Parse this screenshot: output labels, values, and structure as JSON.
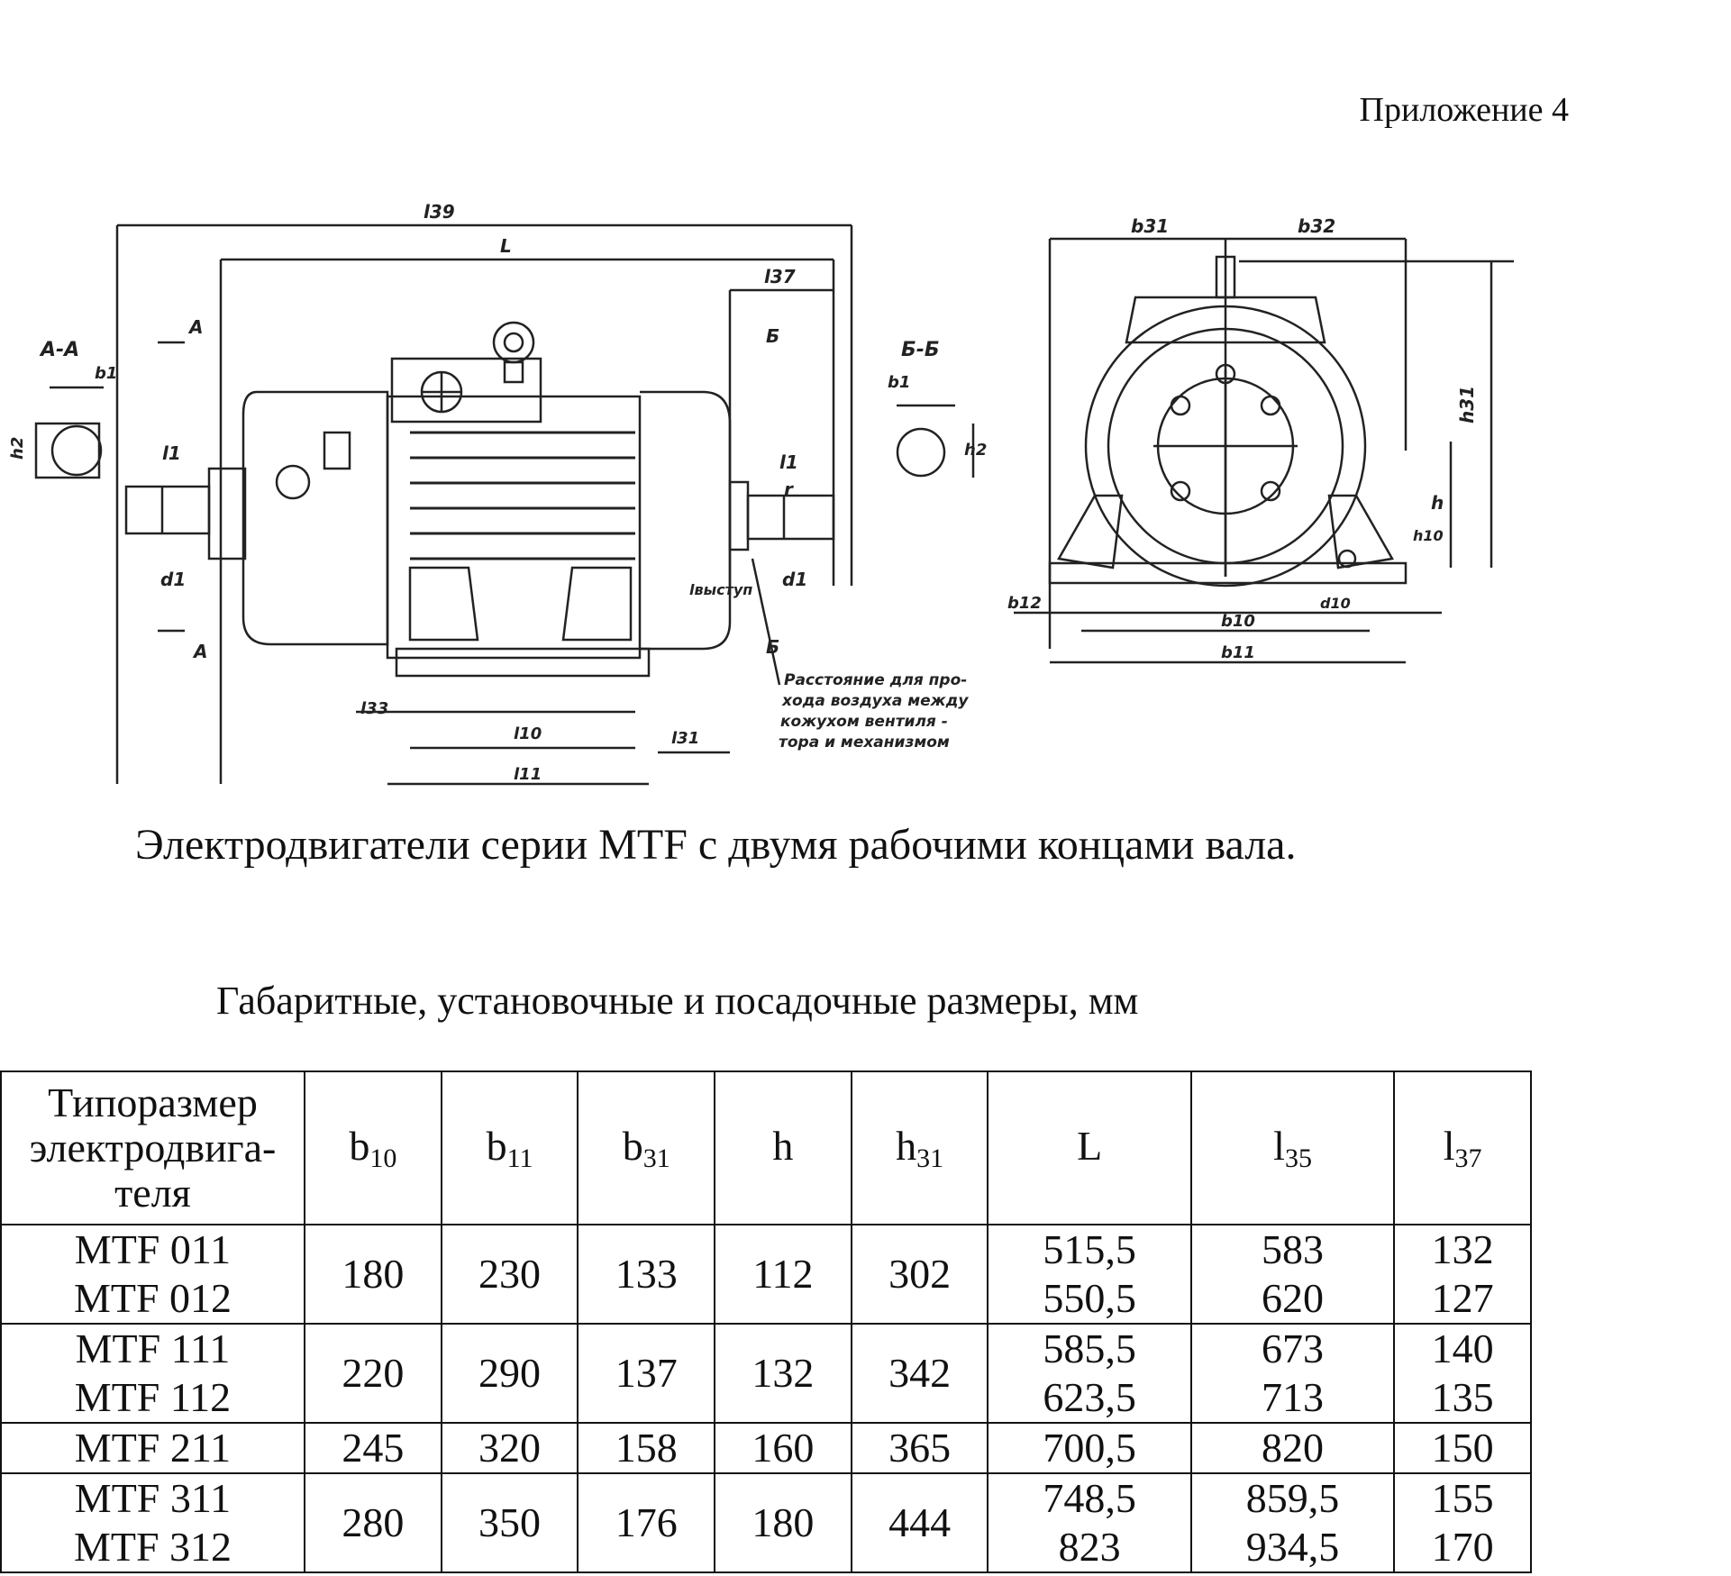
{
  "header": {
    "appendix": "Приложение 4"
  },
  "drawing": {
    "section_aa": "А-А",
    "section_bb": "Б-Б",
    "mark_a": "А",
    "mark_b": "Б",
    "dim_l39": "l39",
    "dim_L": "L",
    "dim_l37": "l37",
    "dim_l1": "l1",
    "dim_b1": "b1",
    "dim_h2": "h2",
    "dim_d1": "d1",
    "dim_r": "r",
    "dim_l10": "l10",
    "dim_l11": "l11",
    "dim_l31": "l31",
    "dim_l33": "l33",
    "dim_l_shaft": "lвыступ",
    "note_line1": "Расстояние для про-",
    "note_line2": "хода воздуха между",
    "note_line3": "кожухом вентиля -",
    "note_line4": "тора и механизмом",
    "dim_b31": "b31",
    "dim_b32": "b32",
    "dim_h31": "h31",
    "dim_h": "h",
    "dim_h10": "h10",
    "dim_b10": "b10",
    "dim_b11": "b11",
    "dim_d10": "d10",
    "dim_b12": "b12"
  },
  "caption": "Электродвигатели серии MTF с двумя рабочими концами вала.",
  "table": {
    "title": "Габаритные, установочные и посадочные размеры, мм",
    "first_header": [
      "Типоразмер",
      "электродвига-",
      "теля"
    ],
    "headers": [
      {
        "base": "b",
        "sub": "10"
      },
      {
        "base": "b",
        "sub": "11"
      },
      {
        "base": "b",
        "sub": "31"
      },
      {
        "base": "h",
        "sub": ""
      },
      {
        "base": "h",
        "sub": "31"
      },
      {
        "base": "L",
        "sub": ""
      },
      {
        "base": "l",
        "sub": "35"
      },
      {
        "base": "l",
        "sub": "37"
      }
    ],
    "rows": [
      {
        "models": [
          "MTF 011",
          "MTF 012"
        ],
        "b10": "180",
        "b11": "230",
        "b31": "133",
        "h": "112",
        "h31": "302",
        "L": [
          "515,5",
          "550,5"
        ],
        "l35": [
          "583",
          "620"
        ],
        "l37": [
          "132",
          "127"
        ]
      },
      {
        "models": [
          "MTF 111",
          "MTF 112"
        ],
        "b10": "220",
        "b11": "290",
        "b31": "137",
        "h": "132",
        "h31": "342",
        "L": [
          "585,5",
          "623,5"
        ],
        "l35": [
          "673",
          "713"
        ],
        "l37": [
          "140",
          "135"
        ]
      },
      {
        "models": [
          "MTF 211"
        ],
        "b10": "245",
        "b11": "320",
        "b31": "158",
        "h": "160",
        "h31": "365",
        "L": [
          "700,5"
        ],
        "l35": [
          "820"
        ],
        "l37": [
          "150"
        ]
      },
      {
        "models": [
          "MTF 311",
          "MTF 312"
        ],
        "b10": "280",
        "b11": "350",
        "b31": "176",
        "h": "180",
        "h31": "444",
        "L": [
          "748,5",
          "823"
        ],
        "l35": [
          "859,5",
          "934,5"
        ],
        "l37": [
          "155",
          "170"
        ]
      }
    ]
  }
}
